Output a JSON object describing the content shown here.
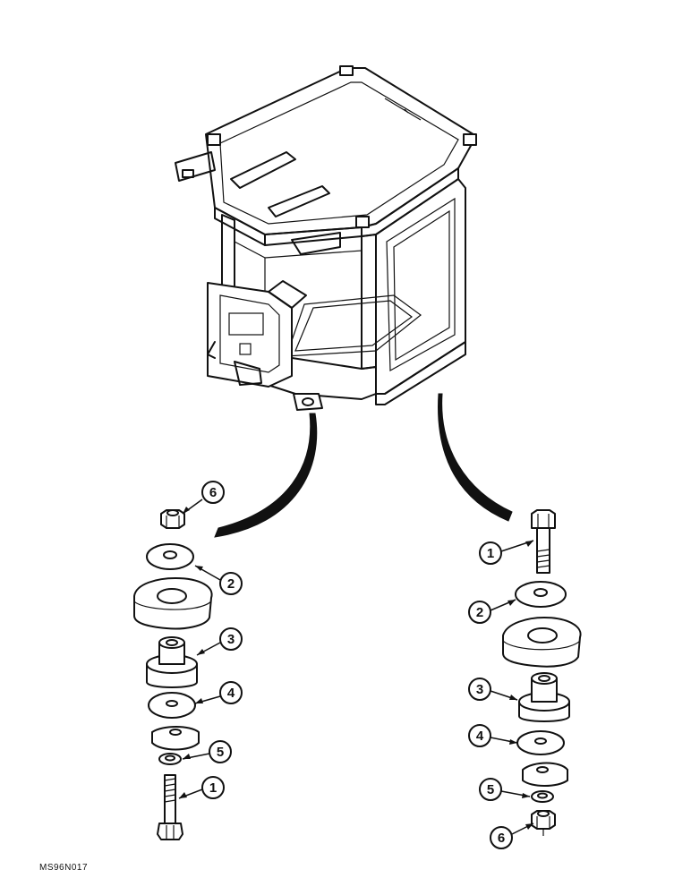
{
  "drawing_code": "MS96N017",
  "callouts_left": [
    {
      "number": "6",
      "part": "nut"
    },
    {
      "number": "2",
      "part": "washer"
    },
    {
      "number": "3",
      "part": "isolator"
    },
    {
      "number": "4",
      "part": "washer"
    },
    {
      "number": "5",
      "part": "washer"
    },
    {
      "number": "1",
      "part": "bolt"
    }
  ],
  "callouts_right": [
    {
      "number": "1",
      "part": "bolt"
    },
    {
      "number": "2",
      "part": "washer"
    },
    {
      "number": "3",
      "part": "isolator"
    },
    {
      "number": "4",
      "part": "washer"
    },
    {
      "number": "5",
      "part": "washer"
    },
    {
      "number": "6",
      "part": "nut"
    }
  ],
  "colors": {
    "ink": "#111111",
    "paper": "#ffffff"
  }
}
